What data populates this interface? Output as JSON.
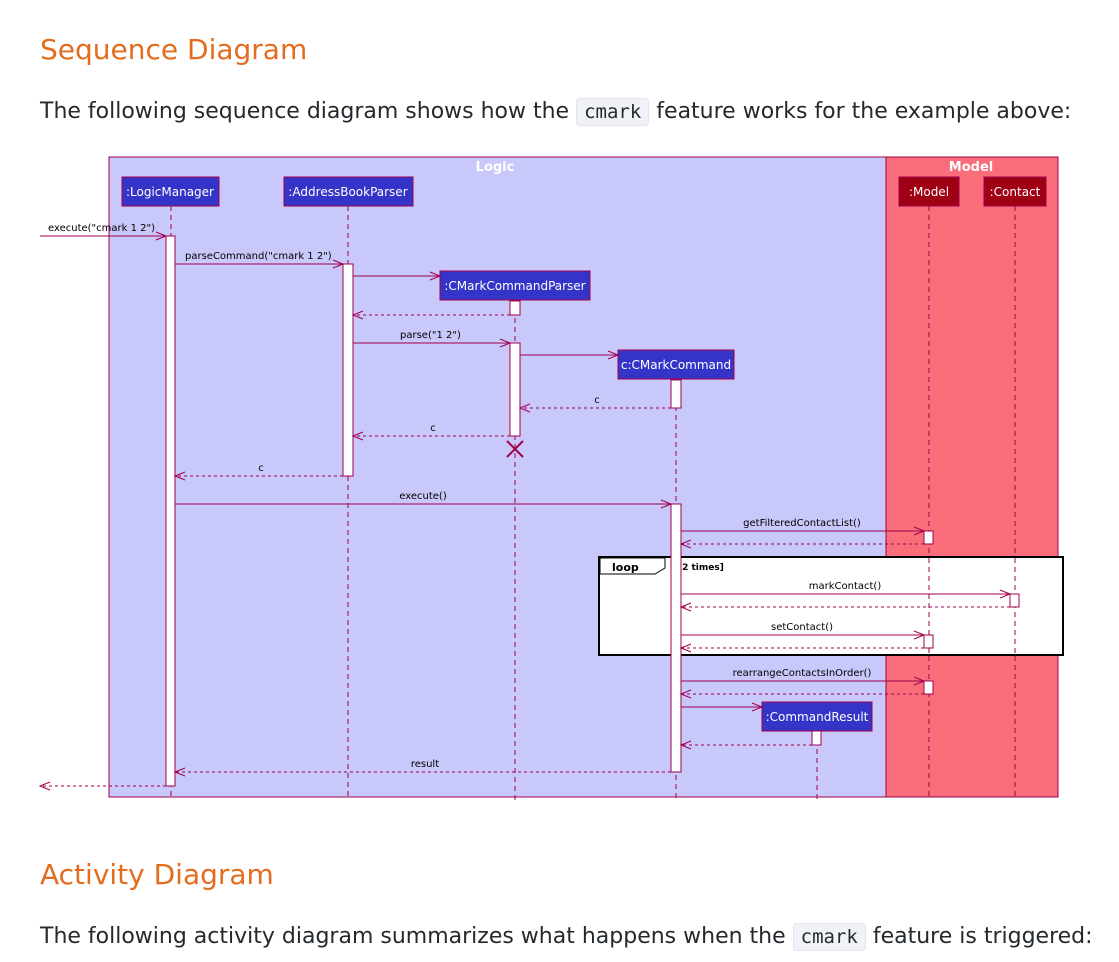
{
  "section1": {
    "heading": "Sequence Diagram",
    "intro_before": "The following sequence diagram shows how the ",
    "intro_code": "cmark",
    "intro_after": " feature works for the example above:"
  },
  "section2": {
    "heading": "Activity Diagram",
    "intro_before": "The following activity diagram summarizes what happens when the ",
    "intro_code": "cmark",
    "intro_after": " feature is triggered:"
  },
  "diagram": {
    "colors": {
      "logic_box": "#c8c8fa",
      "model_box": "#fa6e7c",
      "participant": "#3434c8",
      "model_participant": "#a00014",
      "arrow": "#a0004c"
    },
    "groups": [
      {
        "id": "logic",
        "label": "Logic"
      },
      {
        "id": "model",
        "label": "Model"
      }
    ],
    "participants": [
      {
        "id": "lm",
        "label": ":LogicManager"
      },
      {
        "id": "abp",
        "label": ":AddressBookParser"
      },
      {
        "id": "cmcp",
        "label": ":CMarkCommandParser"
      },
      {
        "id": "cmc",
        "label": "c:CMarkCommand"
      },
      {
        "id": "cr",
        "label": ":CommandResult"
      },
      {
        "id": "model",
        "label": ":Model"
      },
      {
        "id": "contact",
        "label": ":Contact"
      }
    ],
    "messages": [
      {
        "label": "execute(\"cmark 1 2\")"
      },
      {
        "label": "parseCommand(\"cmark 1 2\")"
      },
      {
        "label": ""
      },
      {
        "label": ""
      },
      {
        "label": "parse(\"1 2\")"
      },
      {
        "label": ""
      },
      {
        "label": "c"
      },
      {
        "label": "c"
      },
      {
        "label": "c"
      },
      {
        "label": "execute()"
      },
      {
        "label": "getFilteredContactList()"
      },
      {
        "label": ""
      },
      {
        "label": "markContact()"
      },
      {
        "label": ""
      },
      {
        "label": "setContact()"
      },
      {
        "label": ""
      },
      {
        "label": "rearrangeContactsInOrder()"
      },
      {
        "label": ""
      },
      {
        "label": ""
      },
      {
        "label": ""
      },
      {
        "label": "result"
      },
      {
        "label": ""
      }
    ],
    "loop": {
      "keyword": "loop",
      "guard": "[2 times]"
    }
  }
}
